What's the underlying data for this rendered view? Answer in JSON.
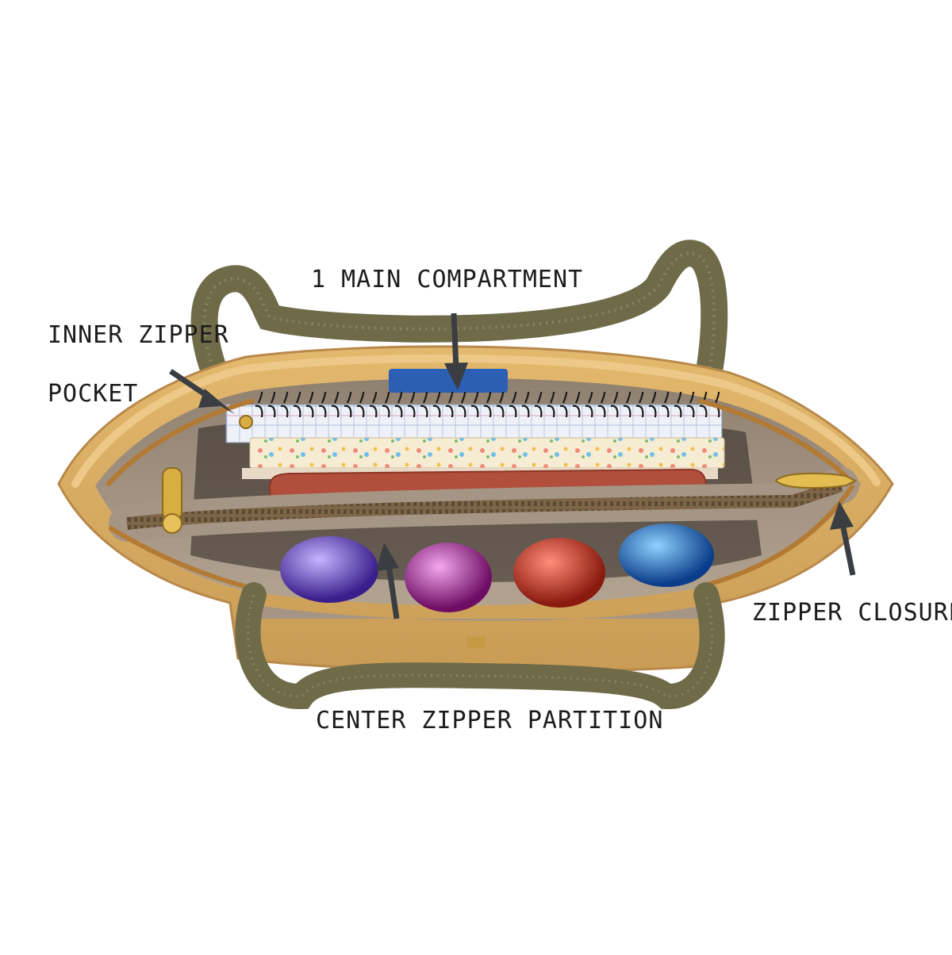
{
  "labels": {
    "main_compartment": "1 MAIN COMPARTMENT",
    "inner_zipper_line1": "INNER ZIPPER",
    "inner_zipper_line2": "POCKET",
    "zipper_closure": "ZIPPER CLOSURE",
    "center_partition": "CENTER ZIPPER PARTITION"
  },
  "colors": {
    "background": "#ffffff",
    "bag_body": "#d9ad62",
    "bag_rim": "#e6bd73",
    "bag_lining": "#a59584",
    "handle": "#6f6b49",
    "zipper_tape": "#7d6548",
    "zipper_pull": "#d8ae43",
    "wallet": "#b24e3c",
    "arrow": "#3a3d42",
    "text": "#1c1c1c"
  }
}
